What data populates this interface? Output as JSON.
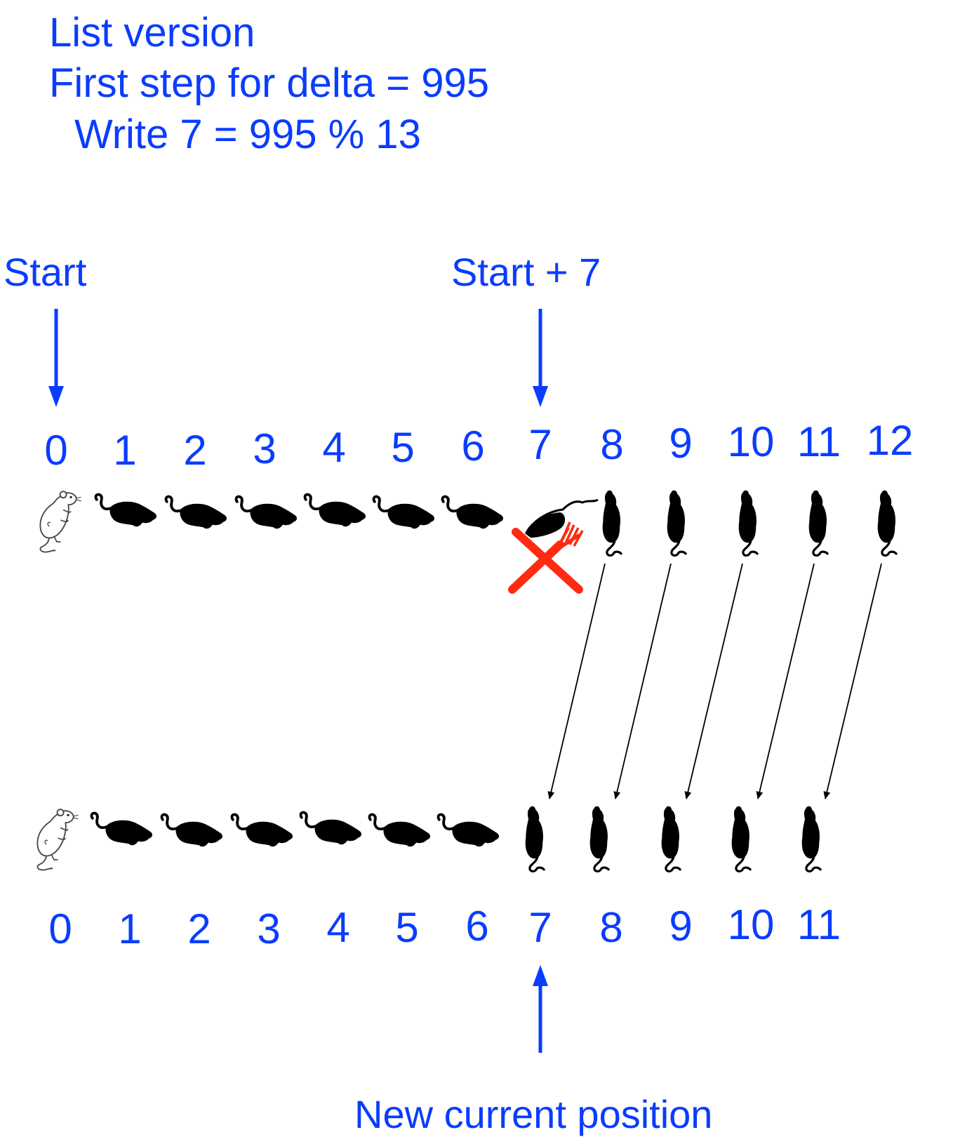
{
  "header": {
    "line1": "List version",
    "line2": "First step for delta = 995",
    "line3": "Write 7 = 995 % 13"
  },
  "labels": {
    "start": "Start",
    "start_plus": "Start + 7",
    "new_position": "New current position"
  },
  "top_row": {
    "indices": [
      "0",
      "1",
      "2",
      "3",
      "4",
      "5",
      "6",
      "7",
      "8",
      "9",
      "10",
      "11",
      "12"
    ],
    "mice": [
      "white",
      "lying",
      "lying",
      "lying",
      "lying",
      "lying",
      "lying",
      "eaten",
      "standing",
      "standing",
      "standing",
      "standing",
      "standing"
    ]
  },
  "bottom_row": {
    "indices": [
      "0",
      "1",
      "2",
      "3",
      "4",
      "5",
      "6",
      "7",
      "8",
      "9",
      "10",
      "11"
    ],
    "mice": [
      "white",
      "lying",
      "lying",
      "lying",
      "lying",
      "lying",
      "lying",
      "standing",
      "standing",
      "standing",
      "standing",
      "standing"
    ]
  },
  "colors": {
    "text": "#0a3cff",
    "arrow": "#0a3cff",
    "cross": "#ff2a10",
    "mouse": "#000000"
  },
  "icons": {
    "eaten_marker": "fork-knife-cross-icon"
  }
}
